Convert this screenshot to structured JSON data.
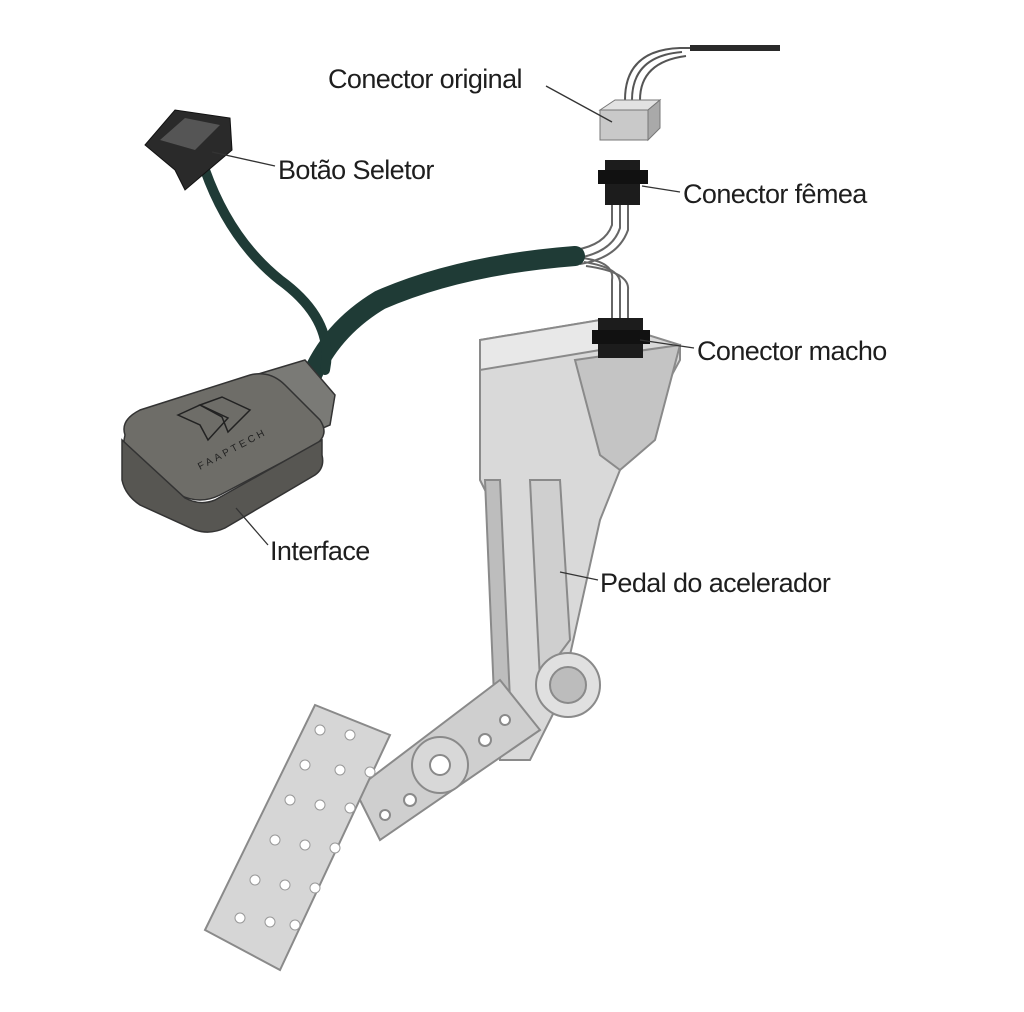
{
  "labels": {
    "conector_original": "Conector original",
    "botao_seletor": "Botão Seletor",
    "conector_femea": "Conector fêmea",
    "conector_macho": "Conector macho",
    "interface": "Interface",
    "pedal": "Pedal do acelerador"
  },
  "logo_text": "FAAPTECH",
  "colors": {
    "cable": "#1f3b36",
    "module": "#6e6d68",
    "pedal": "#d8d8d8",
    "connector": "#1c1c1c",
    "text": "#1e1e1e"
  }
}
